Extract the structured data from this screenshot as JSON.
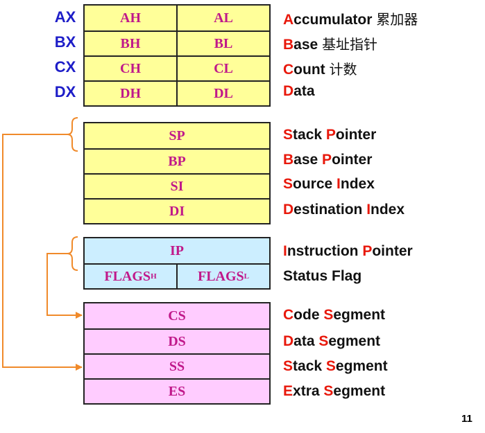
{
  "general_registers": [
    {
      "name": "AX",
      "high": "AH",
      "low": "AL",
      "desc_hl": "A",
      "desc_rest": "ccumulator",
      "desc_cn": "累加器"
    },
    {
      "name": "BX",
      "high": "BH",
      "low": "BL",
      "desc_hl": "B",
      "desc_rest": "ase",
      "desc_cn": "基址指针"
    },
    {
      "name": "CX",
      "high": "CH",
      "low": "CL",
      "desc_hl": "C",
      "desc_rest": "ount",
      "desc_cn": "计数"
    },
    {
      "name": "DX",
      "high": "DH",
      "low": "DL",
      "desc_hl": "D",
      "desc_rest": "ata",
      "desc_cn": ""
    }
  ],
  "pointer_registers": [
    {
      "name": "SP",
      "desc_parts": [
        [
          "S",
          true
        ],
        [
          "tack ",
          false
        ],
        [
          "P",
          true
        ],
        [
          "ointer",
          false
        ]
      ]
    },
    {
      "name": "BP",
      "desc_parts": [
        [
          "B",
          true
        ],
        [
          "ase ",
          false
        ],
        [
          "P",
          true
        ],
        [
          "ointer",
          false
        ]
      ]
    },
    {
      "name": "SI",
      "desc_parts": [
        [
          "S",
          true
        ],
        [
          "ource ",
          false
        ],
        [
          "I",
          true
        ],
        [
          "ndex",
          false
        ]
      ]
    },
    {
      "name": "DI",
      "desc_parts": [
        [
          "D",
          true
        ],
        [
          "estination ",
          false
        ],
        [
          "I",
          true
        ],
        [
          "ndex",
          false
        ]
      ]
    }
  ],
  "control_registers": {
    "ip": {
      "name": "IP",
      "desc_parts": [
        [
          "I",
          true
        ],
        [
          "nstruction ",
          false
        ],
        [
          "P",
          true
        ],
        [
          "ointer",
          false
        ]
      ]
    },
    "flags": {
      "high_base": "FLAGS",
      "high_sub": "H",
      "low_base": "FLAGS",
      "low_sub": "L",
      "desc": "Status Flag"
    }
  },
  "segment_registers": [
    {
      "name": "CS",
      "desc_parts": [
        [
          "C",
          true
        ],
        [
          "ode ",
          false
        ],
        [
          "S",
          true
        ],
        [
          "egment",
          false
        ]
      ]
    },
    {
      "name": "DS",
      "desc_parts": [
        [
          "D",
          true
        ],
        [
          "ata ",
          false
        ],
        [
          "S",
          true
        ],
        [
          "egment",
          false
        ]
      ]
    },
    {
      "name": "SS",
      "desc_parts": [
        [
          "S",
          true
        ],
        [
          "tack ",
          false
        ],
        [
          "S",
          true
        ],
        [
          "egment",
          false
        ]
      ]
    },
    {
      "name": "ES",
      "desc_parts": [
        [
          "E",
          true
        ],
        [
          "xtra ",
          false
        ],
        [
          "S",
          true
        ],
        [
          "egment",
          false
        ]
      ]
    }
  ],
  "page_number": "11",
  "colors": {
    "label_blue": "#1d1dc8",
    "register_magenta": "#c0198a",
    "highlight_red": "#e8180b",
    "arrow_orange": "#f08a2a",
    "general_fill": "#ffff99",
    "pointer_fill": "#ffff99",
    "control_fill": "#cceeff",
    "segment_fill": "#ffccff"
  }
}
